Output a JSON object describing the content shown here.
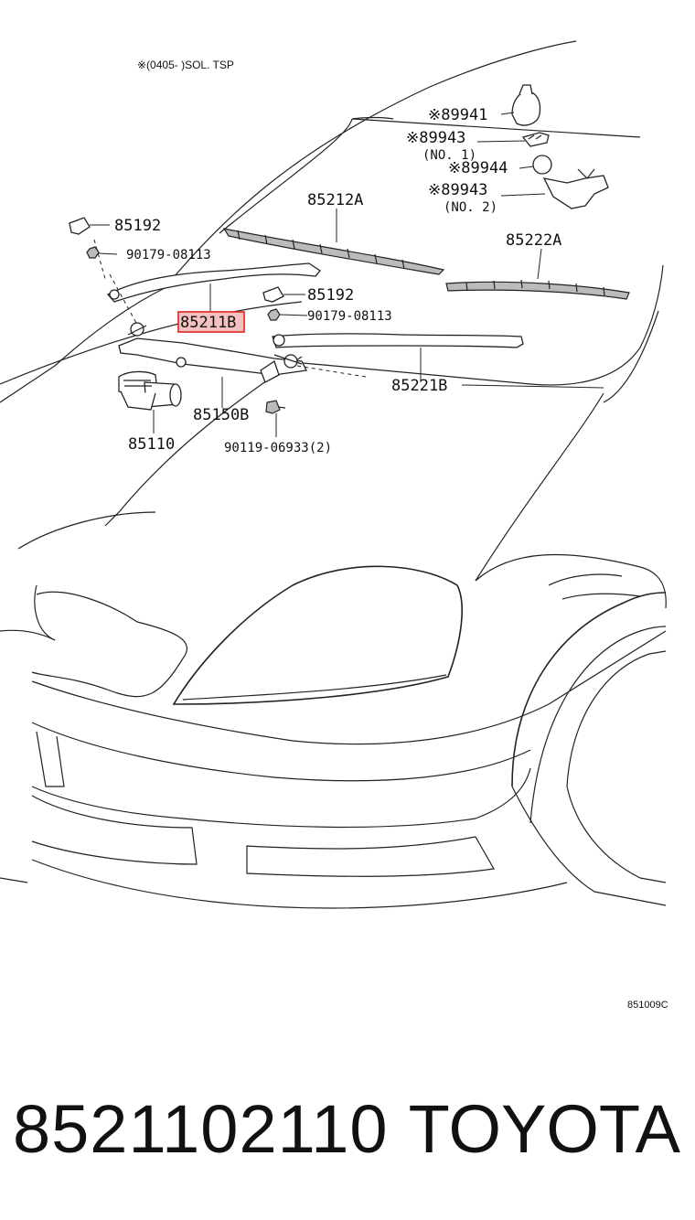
{
  "diagram": {
    "note": "※(0405-        )SOL. TSP",
    "code": "851009C",
    "labels": {
      "p89941": "※89941",
      "p89943a": "※89943",
      "no1": "(NO. 1)",
      "p89944": "※89944",
      "p89943b": "※89943",
      "no2": "(NO. 2)",
      "p85212A": "85212A",
      "p85192a": "85192",
      "p90179a": "90179-08113",
      "p85222A": "85222A",
      "p85192b": "85192",
      "p85211B": "85211B",
      "p90179b": "90179-08113",
      "p85221B": "85221B",
      "p85150B": "85150B",
      "p85110": "85110",
      "p90119": "90119-06933(2)"
    }
  },
  "footer": {
    "part_number": "8521102110",
    "brand": "TOYOTA"
  }
}
